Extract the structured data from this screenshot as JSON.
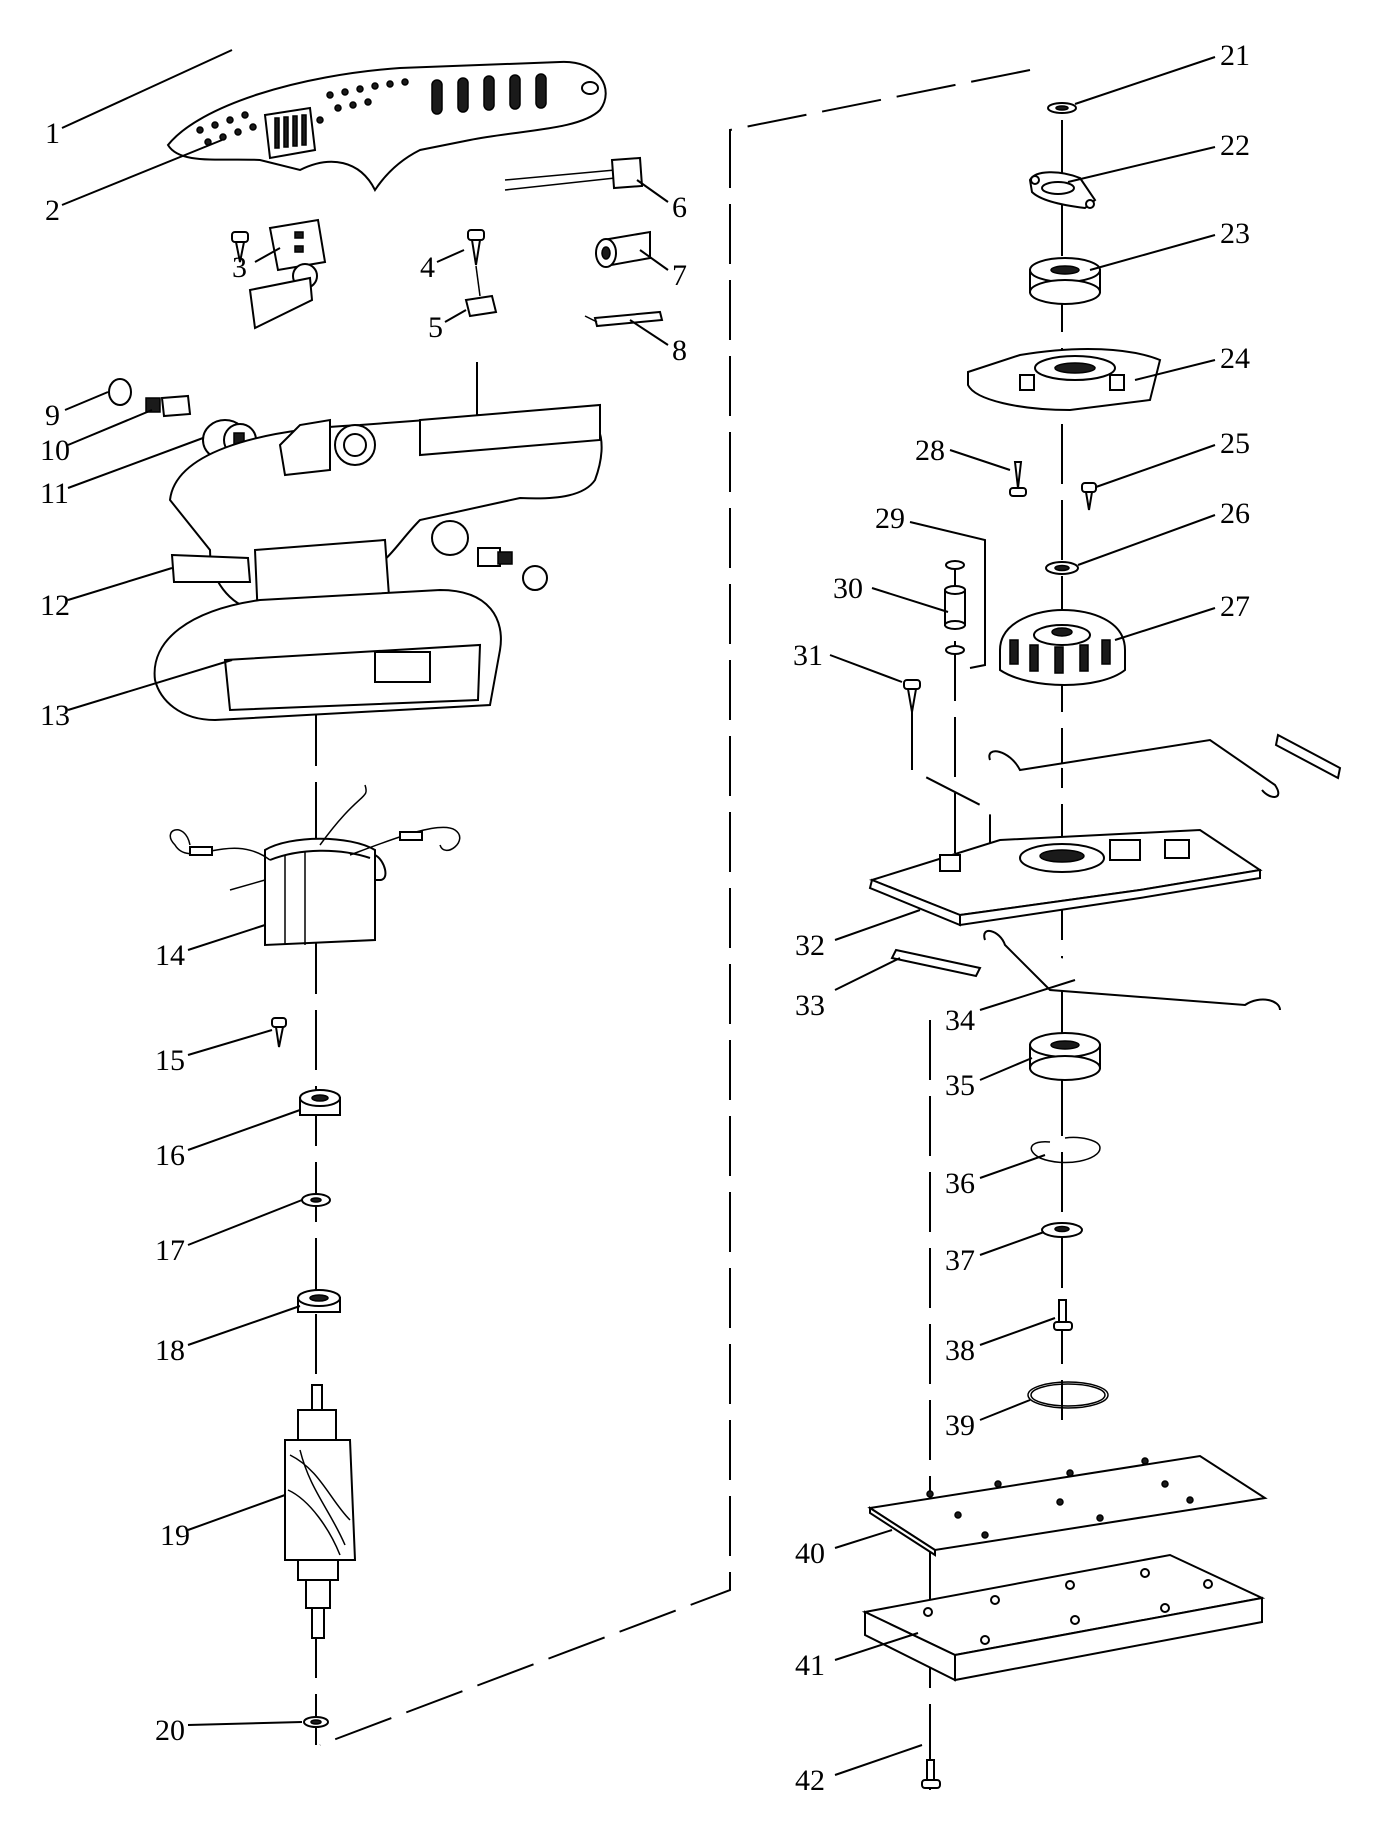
{
  "diagram": {
    "type": "exploded-parts-view",
    "callouts": [
      "1",
      "2",
      "3",
      "4",
      "5",
      "6",
      "7",
      "8",
      "9",
      "10",
      "11",
      "12",
      "13",
      "14",
      "15",
      "16",
      "17",
      "18",
      "19",
      "20",
      "21",
      "22",
      "23",
      "24",
      "25",
      "26",
      "27",
      "28",
      "29",
      "30",
      "31",
      "32",
      "33",
      "34",
      "35",
      "36",
      "37",
      "38",
      "39",
      "40",
      "41",
      "42"
    ]
  }
}
